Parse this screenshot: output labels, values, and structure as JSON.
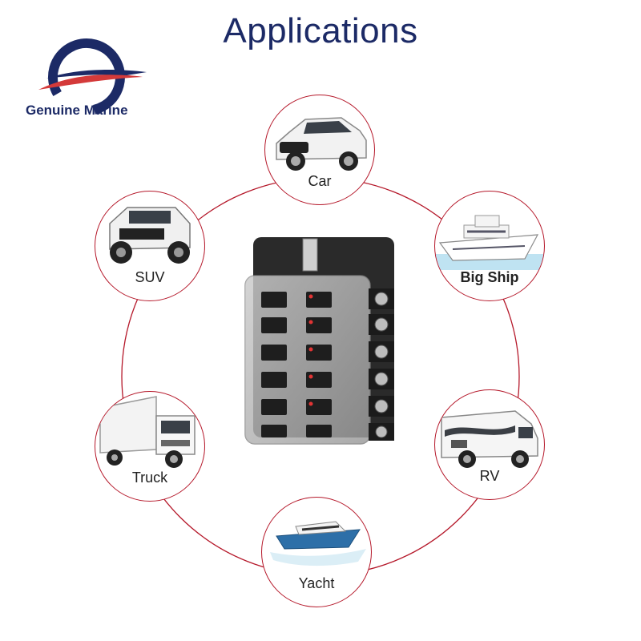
{
  "header": {
    "title": "Applications"
  },
  "brand": {
    "name": "Genuine Marine",
    "color_primary": "#1c2a66",
    "color_accent": "#d43a3a"
  },
  "accent_color": "#b5182a",
  "applications": [
    {
      "label": "Car",
      "icon": "car-icon"
    },
    {
      "label": "Big Ship",
      "icon": "ship-icon"
    },
    {
      "label": "RV",
      "icon": "rv-icon"
    },
    {
      "label": "Yacht",
      "icon": "yacht-icon"
    },
    {
      "label": "Truck",
      "icon": "truck-icon"
    },
    {
      "label": "SUV",
      "icon": "suv-icon"
    }
  ],
  "product": {
    "icon": "fuse-box-icon",
    "fuse_slots": 12,
    "terminals": 6
  }
}
